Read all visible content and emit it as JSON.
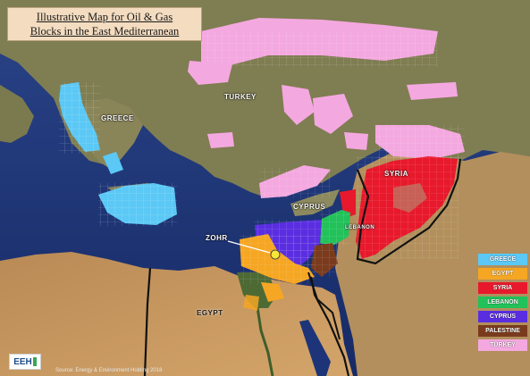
{
  "title": {
    "line1": "Illustrative Map for  Oil & Gas",
    "line2": "Blocks in the East Mediterranean"
  },
  "map_labels": {
    "greece": "GREECE",
    "turkey": "TURKEY",
    "cyprus": "CYPRUS",
    "syria": "SYRIA",
    "lebanon": "LEBANON",
    "zohr": "ZOHR",
    "egypt": "EGYPT"
  },
  "legend": [
    {
      "label": "GREECE",
      "color": "#5bc8f5"
    },
    {
      "label": "EGYPT",
      "color": "#f5a623"
    },
    {
      "label": "SYRIA",
      "color": "#e8192c"
    },
    {
      "label": "LEBANON",
      "color": "#22c15a"
    },
    {
      "label": "CYPRUS",
      "color": "#5a2ee0"
    },
    {
      "label": "PALESTINE",
      "color": "#7a3b1d"
    },
    {
      "label": "TURKEY",
      "color": "#f4a8e0"
    }
  ],
  "logo_text": "EEH",
  "source_text": "Source: Energy & Environment Holding 2018",
  "colors": {
    "sea": "#1d3578",
    "land": "#8e8a5a",
    "desert": "#c9965a",
    "greece": "#5bc8f5",
    "egypt": "#f5a623",
    "syria": "#e8192c",
    "lebanon": "#22c15a",
    "cyprus": "#5a2ee0",
    "palestine": "#7a3b1d",
    "turkey": "#f4a8e0"
  }
}
